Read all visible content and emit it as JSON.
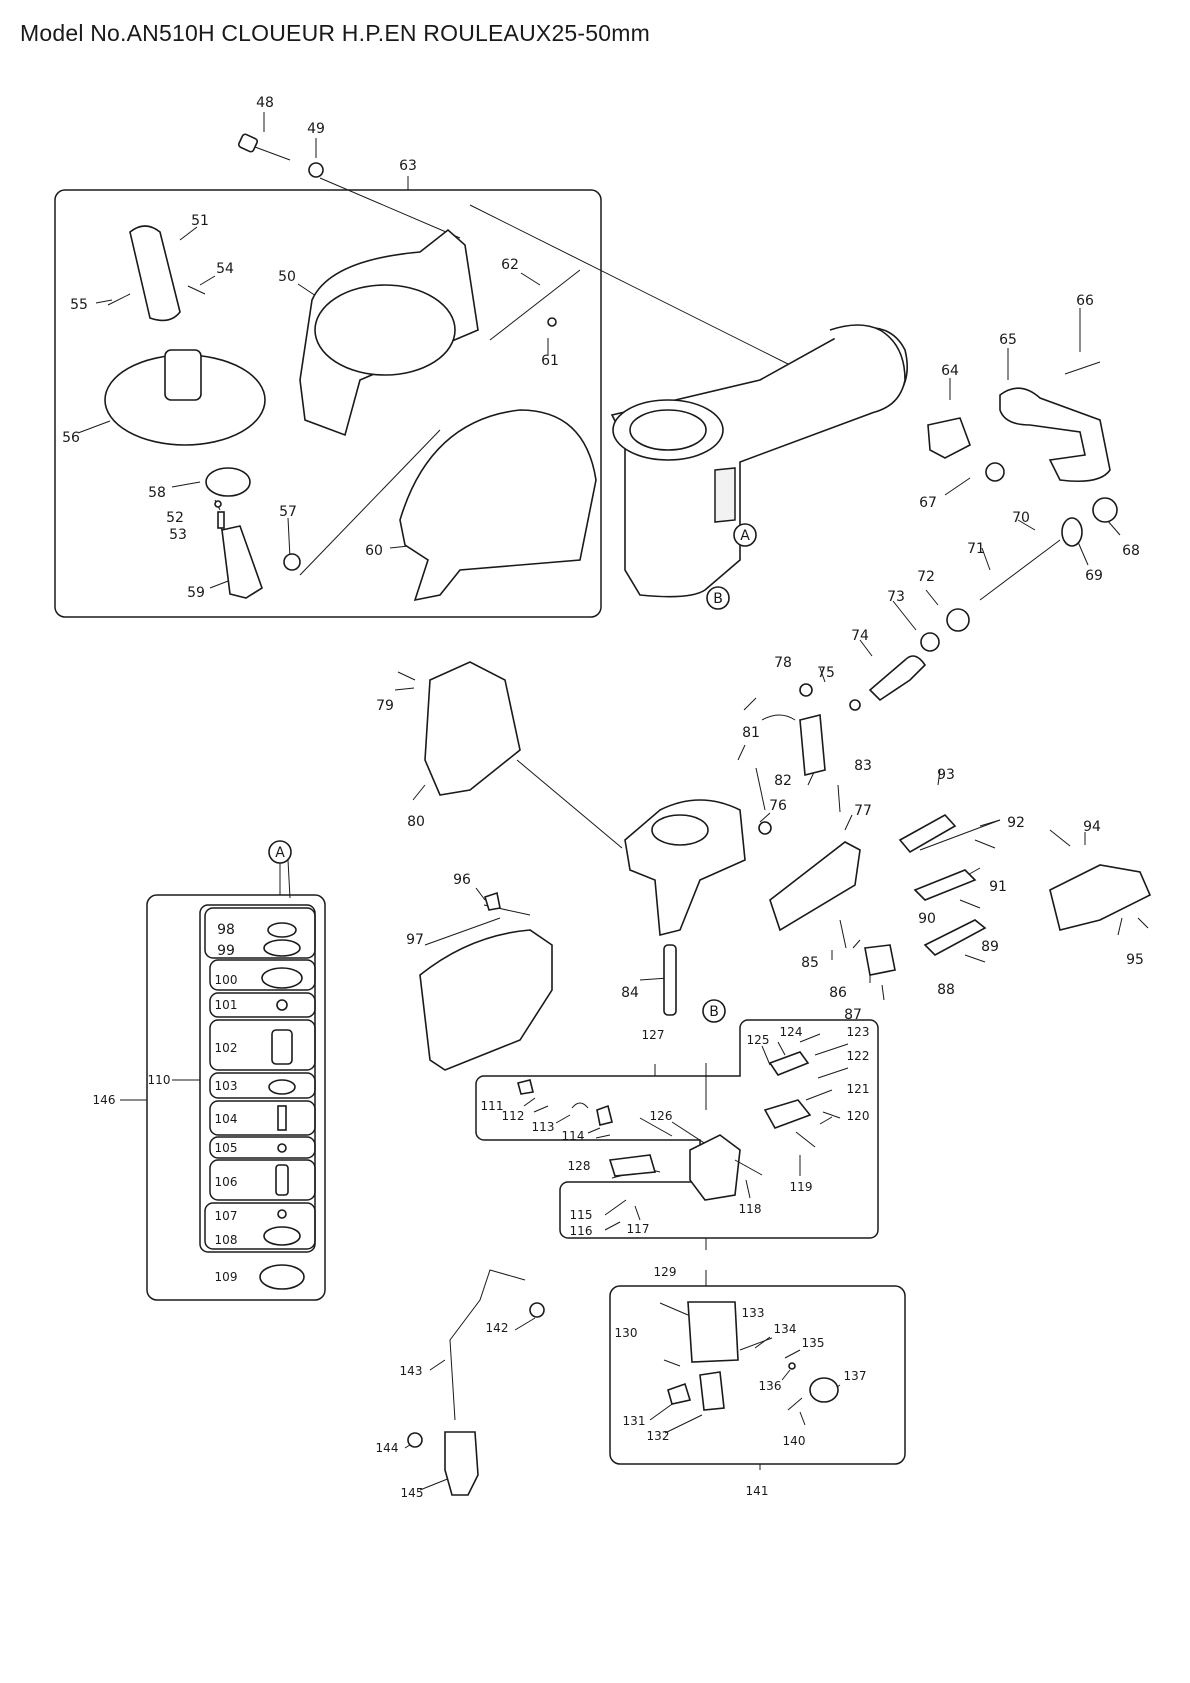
{
  "title": "Model No.AN510H CLOUEUR H.P.EN ROULEAUX25-50mm",
  "callouts": {
    "a": "A",
    "b": "B"
  },
  "parts": [
    {
      "id": "48"
    },
    {
      "id": "49"
    },
    {
      "id": "50"
    },
    {
      "id": "51"
    },
    {
      "id": "52"
    },
    {
      "id": "53"
    },
    {
      "id": "54"
    },
    {
      "id": "55"
    },
    {
      "id": "56"
    },
    {
      "id": "57"
    },
    {
      "id": "58"
    },
    {
      "id": "59"
    },
    {
      "id": "60"
    },
    {
      "id": "61"
    },
    {
      "id": "62"
    },
    {
      "id": "63"
    },
    {
      "id": "64"
    },
    {
      "id": "65"
    },
    {
      "id": "66"
    },
    {
      "id": "67"
    },
    {
      "id": "68"
    },
    {
      "id": "69"
    },
    {
      "id": "70"
    },
    {
      "id": "71"
    },
    {
      "id": "72"
    },
    {
      "id": "73"
    },
    {
      "id": "74"
    },
    {
      "id": "75"
    },
    {
      "id": "76"
    },
    {
      "id": "77"
    },
    {
      "id": "78"
    },
    {
      "id": "79"
    },
    {
      "id": "80"
    },
    {
      "id": "81"
    },
    {
      "id": "82"
    },
    {
      "id": "83"
    },
    {
      "id": "84"
    },
    {
      "id": "85"
    },
    {
      "id": "86"
    },
    {
      "id": "87"
    },
    {
      "id": "88"
    },
    {
      "id": "89"
    },
    {
      "id": "90"
    },
    {
      "id": "91"
    },
    {
      "id": "92"
    },
    {
      "id": "93"
    },
    {
      "id": "94"
    },
    {
      "id": "95"
    },
    {
      "id": "96"
    },
    {
      "id": "97"
    },
    {
      "id": "98"
    },
    {
      "id": "99"
    },
    {
      "id": "100"
    },
    {
      "id": "101"
    },
    {
      "id": "102"
    },
    {
      "id": "103"
    },
    {
      "id": "104"
    },
    {
      "id": "105"
    },
    {
      "id": "106"
    },
    {
      "id": "107"
    },
    {
      "id": "108"
    },
    {
      "id": "109"
    },
    {
      "id": "110"
    },
    {
      "id": "111"
    },
    {
      "id": "112"
    },
    {
      "id": "113"
    },
    {
      "id": "114"
    },
    {
      "id": "115"
    },
    {
      "id": "116"
    },
    {
      "id": "117"
    },
    {
      "id": "118"
    },
    {
      "id": "119"
    },
    {
      "id": "120"
    },
    {
      "id": "121"
    },
    {
      "id": "122"
    },
    {
      "id": "123"
    },
    {
      "id": "124"
    },
    {
      "id": "125"
    },
    {
      "id": "126"
    },
    {
      "id": "127"
    },
    {
      "id": "128"
    },
    {
      "id": "129"
    },
    {
      "id": "130"
    },
    {
      "id": "131"
    },
    {
      "id": "132"
    },
    {
      "id": "133"
    },
    {
      "id": "134"
    },
    {
      "id": "135"
    },
    {
      "id": "136"
    },
    {
      "id": "137"
    },
    {
      "id": "140"
    },
    {
      "id": "141"
    },
    {
      "id": "142"
    },
    {
      "id": "143"
    },
    {
      "id": "144"
    },
    {
      "id": "145"
    },
    {
      "id": "146"
    }
  ]
}
